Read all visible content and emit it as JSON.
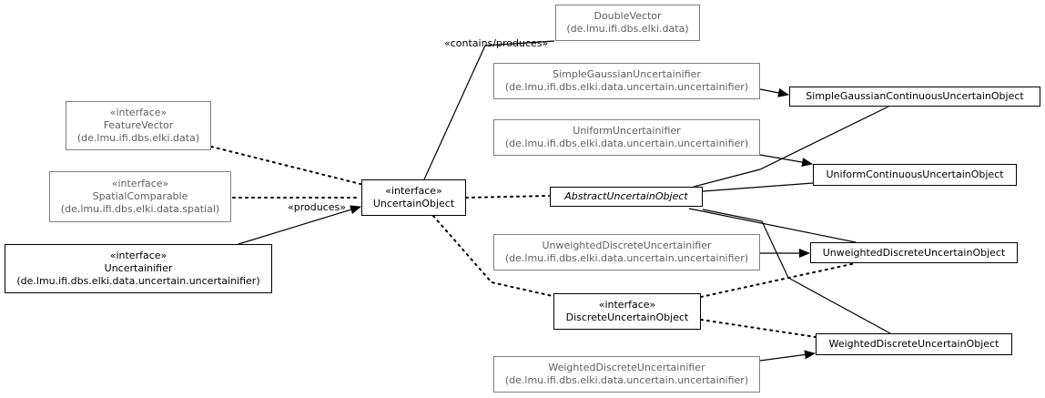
{
  "nodes": [
    {
      "id": "feature-vector",
      "stereotype": "«interface»",
      "name": "FeatureVector",
      "package": "(de.lmu.ifi.dbs.elki.data)",
      "faded": true
    },
    {
      "id": "spatial-comparable",
      "stereotype": "«interface»",
      "name": "SpatialComparable",
      "package": "(de.lmu.ifi.dbs.elki.data.spatial)",
      "faded": true
    },
    {
      "id": "uncertainifier",
      "stereotype": "«interface»",
      "name": "Uncertainifier",
      "package": "(de.lmu.ifi.dbs.elki.data.uncertain.uncertainifier)",
      "faded": false
    },
    {
      "id": "uncertain-object",
      "stereotype": "«interface»",
      "name": "UncertainObject",
      "package": "",
      "faded": false
    },
    {
      "id": "double-vector",
      "stereotype": "",
      "name": "DoubleVector",
      "package": "(de.lmu.ifi.dbs.elki.data)",
      "faded": true
    },
    {
      "id": "simple-gaussian-uncertainifier",
      "stereotype": "",
      "name": "SimpleGaussianUncertainifier",
      "package": "(de.lmu.ifi.dbs.elki.data.uncertain.uncertainifier)",
      "faded": true
    },
    {
      "id": "uniform-uncertainifier",
      "stereotype": "",
      "name": "UniformUncertainifier",
      "package": "(de.lmu.ifi.dbs.elki.data.uncertain.uncertainifier)",
      "faded": true
    },
    {
      "id": "abstract-uncertain-object",
      "stereotype": "",
      "name": "AbstractUncertainObject",
      "package": "",
      "faded": false,
      "abstract": true
    },
    {
      "id": "unweighted-discrete-uncertainifier",
      "stereotype": "",
      "name": "UnweightedDiscreteUncertainifier",
      "package": "(de.lmu.ifi.dbs.elki.data.uncertain.uncertainifier)",
      "faded": true
    },
    {
      "id": "discrete-uncertain-object",
      "stereotype": "«interface»",
      "name": "DiscreteUncertainObject",
      "package": "",
      "faded": false
    },
    {
      "id": "weighted-discrete-uncertainifier",
      "stereotype": "",
      "name": "WeightedDiscreteUncertainifier",
      "package": "(de.lmu.ifi.dbs.elki.data.uncertain.uncertainifier)",
      "faded": true
    },
    {
      "id": "simple-gaussian-continuous-uncertain-object",
      "stereotype": "",
      "name": "SimpleGaussianContinuousUncertainObject",
      "package": "",
      "faded": false
    },
    {
      "id": "uniform-continuous-uncertain-object",
      "stereotype": "",
      "name": "UniformContinuousUncertainObject",
      "package": "",
      "faded": false
    },
    {
      "id": "unweighted-discrete-uncertain-object",
      "stereotype": "",
      "name": "UnweightedDiscreteUncertainObject",
      "package": "",
      "faded": false
    },
    {
      "id": "weighted-discrete-uncertain-object",
      "stereotype": "",
      "name": "WeightedDiscreteUncertainObject",
      "package": "",
      "faded": false
    }
  ],
  "edges": [
    {
      "from": "feature-vector",
      "to": "uncertain-object",
      "kind": "implements"
    },
    {
      "from": "spatial-comparable",
      "to": "uncertain-object",
      "kind": "implements"
    },
    {
      "from": "uncertainifier",
      "to": "uncertain-object",
      "kind": "produces",
      "label": "«produces»"
    },
    {
      "from": "uncertain-object",
      "to": "double-vector",
      "kind": "contains",
      "label": "«contains/produces»"
    },
    {
      "from": "uncertain-object",
      "to": "abstract-uncertain-object",
      "kind": "implements"
    },
    {
      "from": "uncertain-object",
      "to": "discrete-uncertain-object",
      "kind": "implements"
    },
    {
      "from": "simple-gaussian-uncertainifier",
      "to": "simple-gaussian-continuous-uncertain-object",
      "kind": "produces"
    },
    {
      "from": "uniform-uncertainifier",
      "to": "uniform-continuous-uncertain-object",
      "kind": "produces"
    },
    {
      "from": "unweighted-discrete-uncertainifier",
      "to": "unweighted-discrete-uncertain-object",
      "kind": "produces"
    },
    {
      "from": "weighted-discrete-uncertainifier",
      "to": "weighted-discrete-uncertain-object",
      "kind": "produces"
    },
    {
      "from": "abstract-uncertain-object",
      "to": "simple-gaussian-continuous-uncertain-object",
      "kind": "extends"
    },
    {
      "from": "abstract-uncertain-object",
      "to": "uniform-continuous-uncertain-object",
      "kind": "extends"
    },
    {
      "from": "abstract-uncertain-object",
      "to": "unweighted-discrete-uncertain-object",
      "kind": "extends"
    },
    {
      "from": "abstract-uncertain-object",
      "to": "weighted-discrete-uncertain-object",
      "kind": "extends"
    },
    {
      "from": "discrete-uncertain-object",
      "to": "unweighted-discrete-uncertain-object",
      "kind": "implements"
    },
    {
      "from": "discrete-uncertain-object",
      "to": "weighted-discrete-uncertain-object",
      "kind": "implements"
    }
  ],
  "colors": {
    "line": "#000000",
    "faded_border": "#808080",
    "faded_text": "#606060",
    "background": "#ffffff"
  }
}
